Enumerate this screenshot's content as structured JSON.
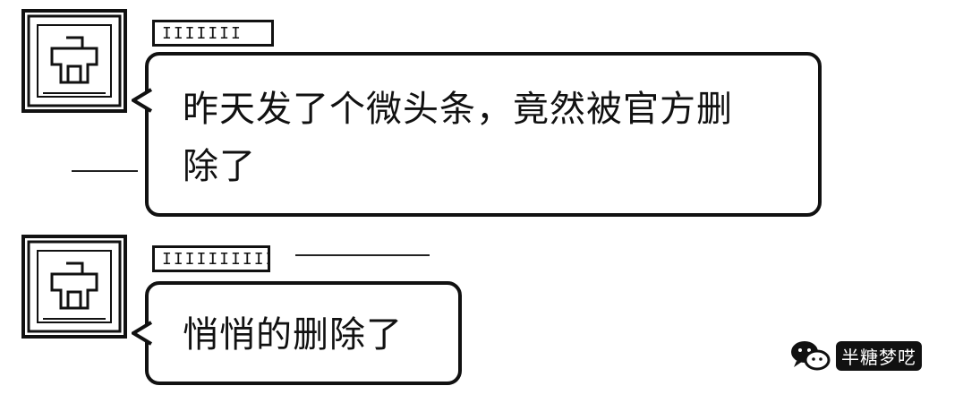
{
  "chat": {
    "messages": [
      {
        "sender_name": "IIIIIII",
        "lines": [
          "昨天发了个微头条，竟然被官方删",
          "除了"
        ]
      },
      {
        "sender_name": "IIIIIIIIII",
        "lines": [
          "悄悄的删除了"
        ]
      }
    ]
  },
  "watermark": {
    "icon": "wechat-icon",
    "text": "半糖梦呓"
  }
}
